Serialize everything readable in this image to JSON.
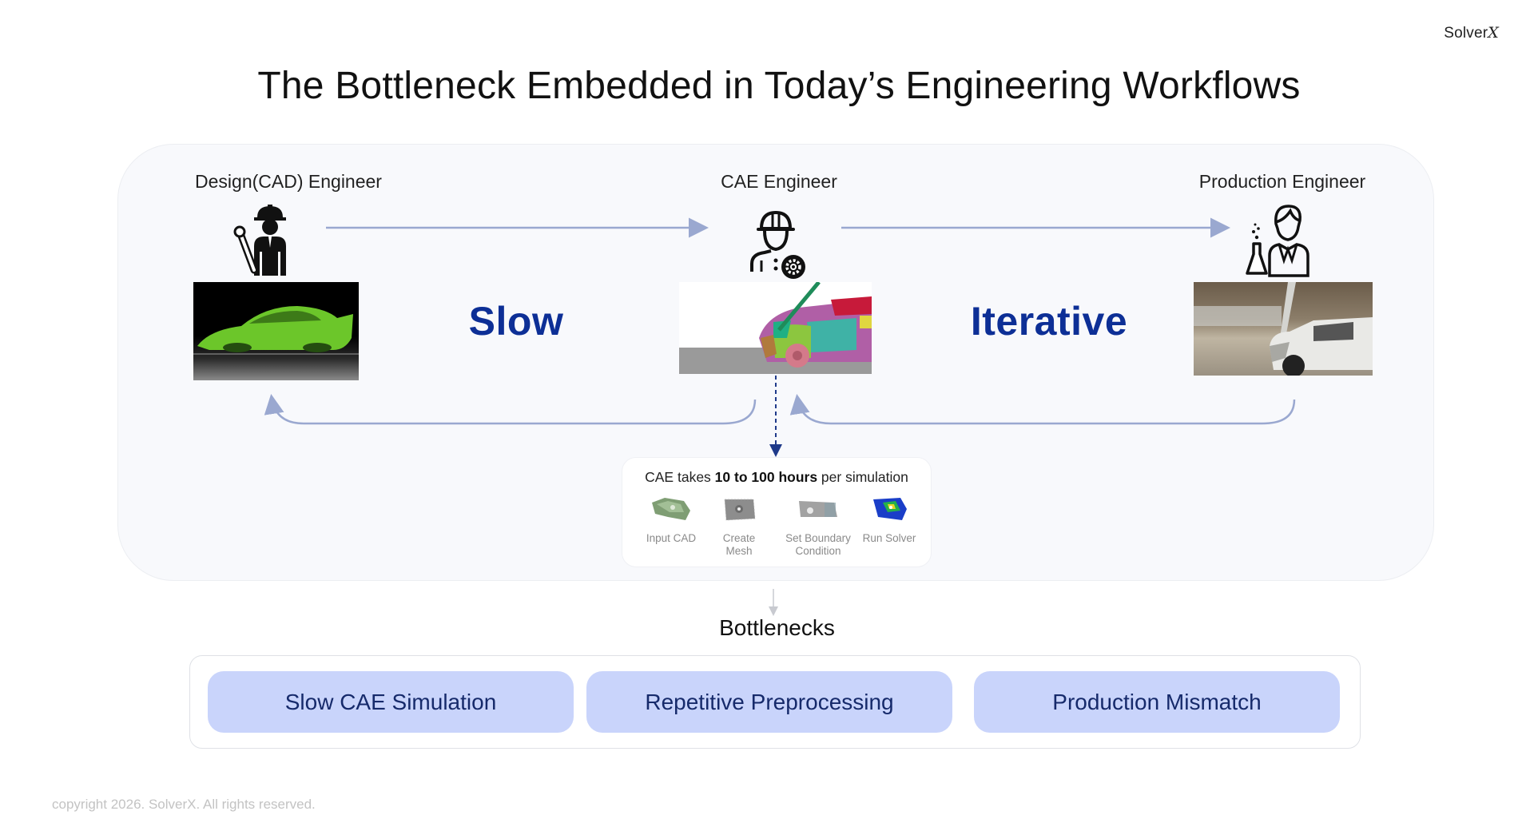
{
  "brand": {
    "name": "Solver",
    "suffix": "X"
  },
  "title": "The Bottleneck Embedded in Today’s Engineering Workflows",
  "workflow": {
    "roles": [
      {
        "label": "Design(CAD) Engineer",
        "icon": "engineer-with-blueprint-icon",
        "image": "green-sports-car-cad-render"
      },
      {
        "label": "CAE Engineer",
        "icon": "engineer-with-gear-icon",
        "image": "car-crash-simulation-model"
      },
      {
        "label": "Production Engineer",
        "icon": "scientist-with-flask-icon",
        "image": "real-car-crash-test-photo"
      }
    ],
    "transitions": [
      {
        "label": "Slow"
      },
      {
        "label": "Iterative"
      }
    ],
    "colors": {
      "accent_text": "#0d2f96",
      "arrow": "#9aa8d0",
      "dashed_arrow": "#1f3a8a"
    }
  },
  "cae_box": {
    "prefix": "CAE takes ",
    "highlight": "10 to 100 hours",
    "suffix": " per simulation",
    "steps": [
      {
        "label_line1": "Input CAD",
        "label_line2": "",
        "thumb": "cad-part-green"
      },
      {
        "label_line1": "Create",
        "label_line2": "Mesh",
        "thumb": "meshed-part-gray"
      },
      {
        "label_line1": "Set Boundary",
        "label_line2": "Condition",
        "thumb": "boundary-part-gray"
      },
      {
        "label_line1": "Run Solver",
        "label_line2": "",
        "thumb": "solver-result-heatmap"
      }
    ]
  },
  "bottlenecks": {
    "heading": "Bottlenecks",
    "items": [
      {
        "label": "Slow CAE Simulation"
      },
      {
        "label": "Repetitive Preprocessing"
      },
      {
        "label": "Production Mismatch"
      }
    ],
    "pill_color": "#c9d4fb",
    "pill_text_color": "#162a6b"
  },
  "footer": {
    "copyright": "copyright 2026. SolverX. All rights reserved."
  }
}
